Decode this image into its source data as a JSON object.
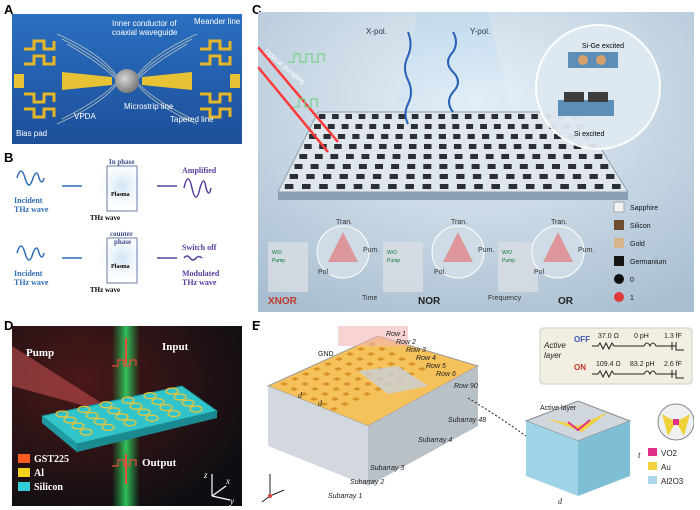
{
  "panels": {
    "A": {
      "letter": "A",
      "labels": {
        "meander": "Meander line",
        "inner1": "Inner conductor of",
        "inner2": "coaxial waveguide",
        "microstrip": "Microstrip line",
        "vpda": "VPDA",
        "tapered": "Tapered line",
        "bias": "Bias pad"
      }
    },
    "B": {
      "letter": "B",
      "top": {
        "incident1": "Incident",
        "incident2": "THz wave",
        "phase": "In phase",
        "plasma": "Plasma",
        "thz": "THz wave",
        "result": "Amplified"
      },
      "bottom": {
        "incident1": "Incident",
        "incident2": "THz wave",
        "phase1": "counter",
        "phase2": "phase",
        "plasma": "Plasma",
        "thz": "THz wave",
        "result1": "Switch off",
        "result2": "Modulated",
        "result3": "THz wave"
      }
    },
    "C": {
      "letter": "C",
      "xpol": "X-pol.",
      "ypol": "Y-pol.",
      "pumping": "Optical pumping",
      "sige": "Si-Ge excited",
      "si": "Si excited",
      "gates": [
        "XNOR",
        "NOR",
        "OR"
      ],
      "tran": "Tran.",
      "pum": "Pum.",
      "pol": "Pol.",
      "time": "Time",
      "frequency": "Frequency",
      "wo": "W/O",
      "pump": "Pump",
      "legend": [
        "Sapphire",
        "Silicon",
        "Gold",
        "Germanium",
        "0",
        "1"
      ]
    },
    "D": {
      "letter": "D",
      "input": "Input",
      "output": "Output",
      "pump": "Pump",
      "materials": [
        "GST225",
        "Al",
        "Silicon"
      ],
      "axes": [
        "z",
        "x",
        "y"
      ]
    },
    "E": {
      "letter": "E",
      "rows": [
        "Row 1",
        "Row 2",
        "Row 3",
        "Row 4",
        "Row 5",
        "Row 6",
        "Row 90"
      ],
      "subarrays": [
        "Subarray 1",
        "Subarray 2",
        "Subarray 3",
        "Subarray 4",
        "Subarray 48"
      ],
      "gnd": "GND",
      "dy": "d",
      "dx": "d",
      "active1": "Active",
      "active2": "layer",
      "off": "OFF",
      "on": "ON",
      "r_off": "37.0 Ω",
      "l_off": "0 pH",
      "c_off": "1.3 fF",
      "r_on": "109.4 Ω",
      "l_on": "83.2 pH",
      "c_on": "2.6 fF",
      "active_layer": "Active layer",
      "materials": [
        "VO2",
        "Au",
        "Al2O3"
      ],
      "t": "t",
      "d1": "d"
    }
  }
}
